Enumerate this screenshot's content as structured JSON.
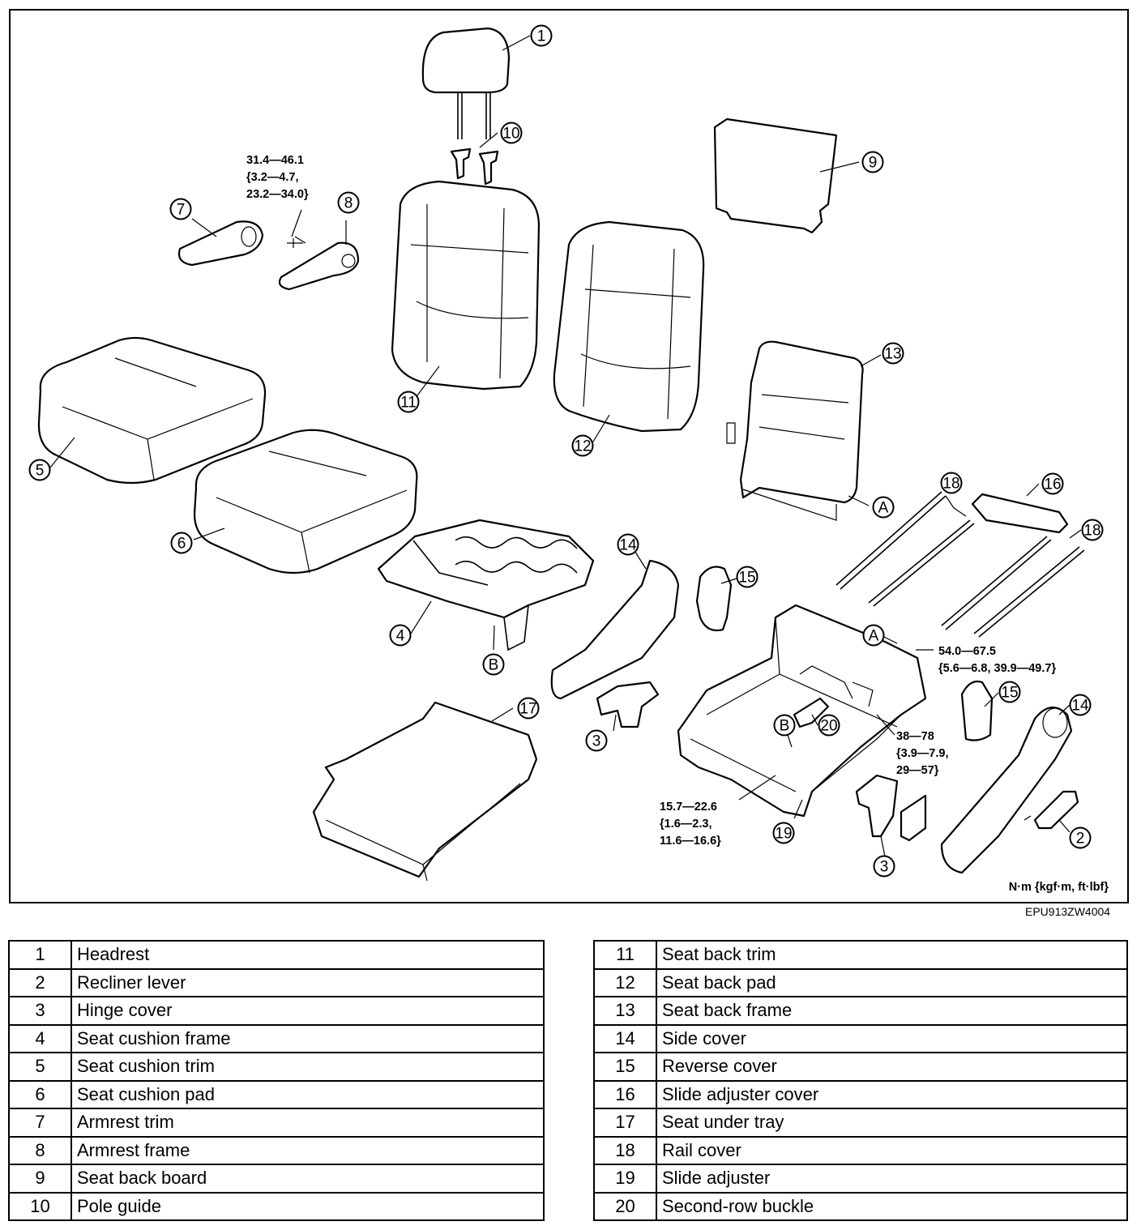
{
  "diagram": {
    "callouts": [
      {
        "n": "1"
      },
      {
        "n": "10"
      },
      {
        "n": "9"
      },
      {
        "n": "7"
      },
      {
        "n": "8"
      },
      {
        "n": "11"
      },
      {
        "n": "12"
      },
      {
        "n": "13"
      },
      {
        "n": "5"
      },
      {
        "n": "6"
      },
      {
        "n": "A"
      },
      {
        "n": "18"
      },
      {
        "n": "16"
      },
      {
        "n": "18"
      },
      {
        "n": "14"
      },
      {
        "n": "15"
      },
      {
        "n": "4"
      },
      {
        "n": "B"
      },
      {
        "n": "A"
      },
      {
        "n": "15"
      },
      {
        "n": "14"
      },
      {
        "n": "17"
      },
      {
        "n": "3"
      },
      {
        "n": "20"
      },
      {
        "n": "B"
      },
      {
        "n": "19"
      },
      {
        "n": "3"
      },
      {
        "n": "2"
      }
    ],
    "torques": [
      [
        "31.4—46.1",
        "{3.2—4.7,",
        "23.2—34.0}"
      ],
      [
        "54.0—67.5",
        "{5.6—6.8, 39.9—49.7}"
      ],
      [
        "38—78",
        "{3.9—7.9,",
        "29—57}"
      ],
      [
        "15.7—22.6",
        "{1.6—2.3,",
        "11.6—16.6}"
      ]
    ],
    "unit_note": "N·m {kgf·m, ft·lbf}",
    "figure_code": "EPU913ZW4004"
  },
  "parts_left": [
    {
      "num": "1",
      "name": "Headrest"
    },
    {
      "num": "2",
      "name": "Recliner lever"
    },
    {
      "num": "3",
      "name": "Hinge cover"
    },
    {
      "num": "4",
      "name": "Seat cushion frame"
    },
    {
      "num": "5",
      "name": "Seat cushion trim"
    },
    {
      "num": "6",
      "name": "Seat cushion pad"
    },
    {
      "num": "7",
      "name": "Armrest trim"
    },
    {
      "num": "8",
      "name": "Armrest frame"
    },
    {
      "num": "9",
      "name": "Seat back board"
    },
    {
      "num": "10",
      "name": "Pole guide"
    }
  ],
  "parts_right": [
    {
      "num": "11",
      "name": "Seat back trim"
    },
    {
      "num": "12",
      "name": "Seat back pad"
    },
    {
      "num": "13",
      "name": "Seat back frame"
    },
    {
      "num": "14",
      "name": "Side cover"
    },
    {
      "num": "15",
      "name": "Reverse cover"
    },
    {
      "num": "16",
      "name": "Slide adjuster cover"
    },
    {
      "num": "17",
      "name": "Seat under tray"
    },
    {
      "num": "18",
      "name": "Rail cover"
    },
    {
      "num": "19",
      "name": "Slide adjuster"
    },
    {
      "num": "20",
      "name": "Second-row buckle"
    }
  ]
}
